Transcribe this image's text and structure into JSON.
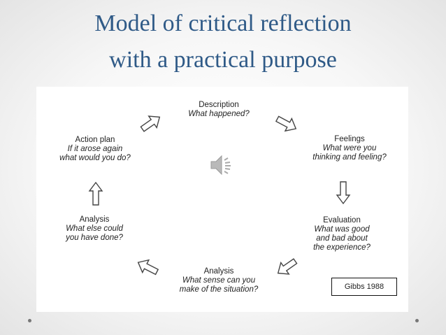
{
  "slide": {
    "title_line1": "Model of critical reflection",
    "title_line2": "with a practical purpose"
  },
  "diagram": {
    "nodes": [
      {
        "heading": "Description",
        "question": [
          "What happened?"
        ]
      },
      {
        "heading": "Feelings",
        "question": [
          "What were you",
          "thinking and feeling?"
        ]
      },
      {
        "heading": "Evaluation",
        "question": [
          "What was good",
          "and bad about",
          "the experience?"
        ]
      },
      {
        "heading": "Analysis",
        "question": [
          "What sense can you",
          "make of the situation?"
        ]
      },
      {
        "heading": "Analysis",
        "question": [
          "What else could",
          "you have done?"
        ]
      },
      {
        "heading": "Action plan",
        "question": [
          "If it arose again",
          "what would you do?"
        ]
      }
    ],
    "citation": "Gibbs 1988",
    "center_icon": "speaker-icon"
  }
}
